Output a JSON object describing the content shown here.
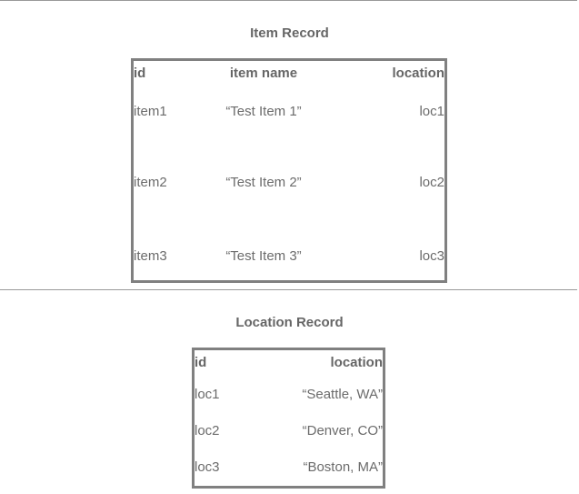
{
  "item_record": {
    "title": "Item Record",
    "columns": [
      "id",
      "item name",
      "location"
    ],
    "rows": [
      {
        "id": "item1",
        "name": "“Test Item 1”",
        "location": "loc1"
      },
      {
        "id": "item2",
        "name": "“Test Item 2”",
        "location": "loc2"
      },
      {
        "id": "item3",
        "name": "“Test Item 3”",
        "location": "loc3"
      }
    ]
  },
  "location_record": {
    "title": "Location Record",
    "columns": [
      "id",
      "location"
    ],
    "rows": [
      {
        "id": "loc1",
        "location": "“Seattle, WA”"
      },
      {
        "id": "loc2",
        "location": "“Denver, CO”"
      },
      {
        "id": "loc3",
        "location": "“Boston, MA”"
      }
    ]
  }
}
